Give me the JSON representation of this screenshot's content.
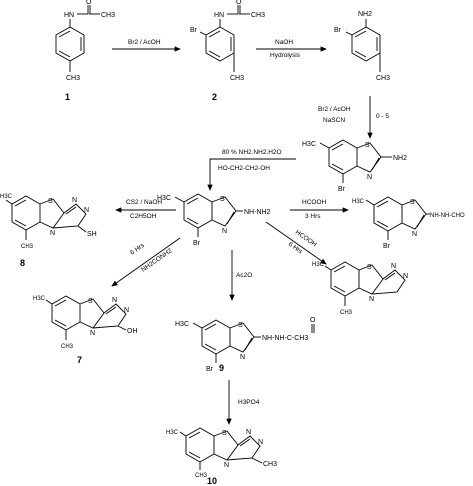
{
  "compounds": [
    {
      "id": "c1",
      "number": "1"
    },
    {
      "id": "c2",
      "number": "2"
    },
    {
      "id": "c7",
      "number": "7"
    },
    {
      "id": "c8",
      "number": "8"
    },
    {
      "id": "c9",
      "number": "9"
    },
    {
      "id": "c10",
      "number": "10"
    }
  ],
  "atoms": {
    "hn": "HN",
    "nh2": "NH2",
    "br": "Br",
    "ch3": "CH3",
    "o": "O",
    "s": "S",
    "n": "N",
    "nh": "NH",
    "oh": "OH",
    "sh": "SH",
    "cho": "CHO",
    "h3c": "H3C",
    "c": "C"
  },
  "reagents": {
    "r1": "Br2 / AcOH",
    "r2a": "NaOH",
    "r2b": "Hydrolysis",
    "r3a": "Br2 / AcOH",
    "r3b": "NaSCN",
    "r3c": "0 - 5",
    "r4a": "80 % NH2.NH2.H2O",
    "r4b": "HO-CH2-CH2-OH",
    "r5a": "HCOOH",
    "r5b": "3 Hrs",
    "r6a": "CS2 / NaOH",
    "r6b": "C2H5OH",
    "r7a": "6 Hrs",
    "r7b": "NH2CONH2",
    "r8": "Ac2O",
    "r9a": "HCOOH",
    "r9b": "6 Hrs",
    "r10": "H3PO4"
  },
  "chains": {
    "hydrazine": "NH-NH2",
    "formyl": "NH-NH-CHO",
    "acetyl": "NH-NH-C-CH3"
  }
}
